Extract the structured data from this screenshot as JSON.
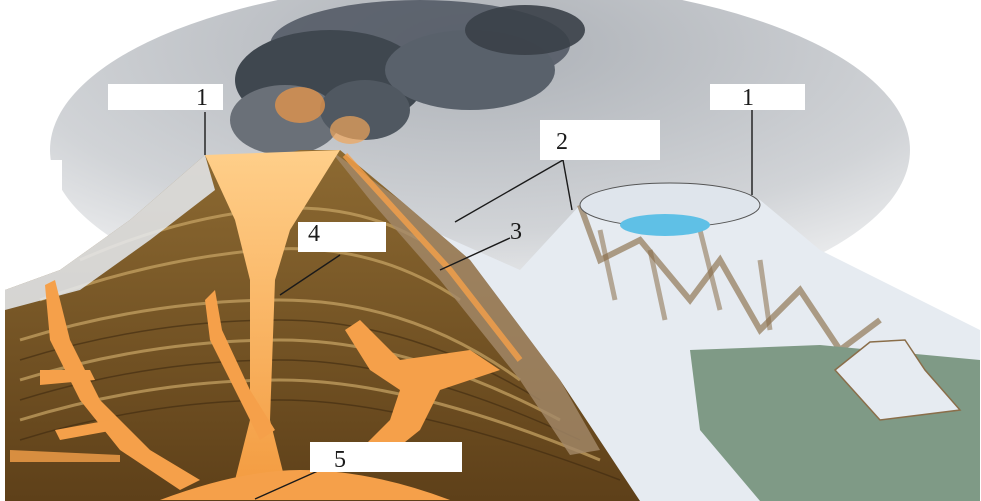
{
  "diagram": {
    "labels": {
      "left_crater": "1",
      "right_crater": "1",
      "slope": "2",
      "side_vent": "3",
      "main_vent": "4",
      "magma_chamber": "5"
    }
  },
  "colors": {
    "lava": "#f5a04a",
    "lava_light": "#ffc27a",
    "earth_dark": "#6b4a22",
    "earth_mid": "#9a7538",
    "earth_light": "#c9a666",
    "snow": "#e8ecf2",
    "crater_lake": "#5fc0e6",
    "lake": "#7f9a86",
    "smoke": "#4d5560",
    "sky": "#d9dbde"
  }
}
